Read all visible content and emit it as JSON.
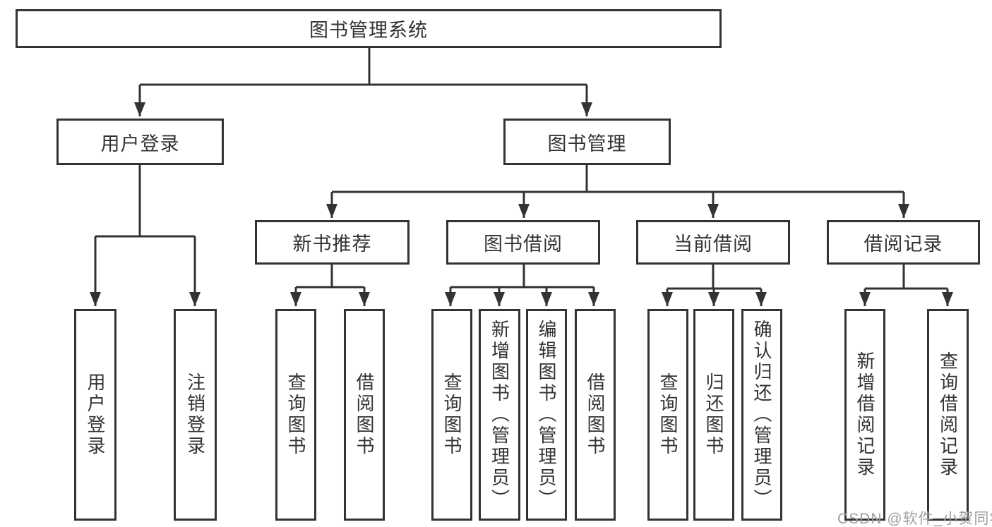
{
  "diagram": {
    "root": {
      "label": "图书管理系统"
    },
    "branches": [
      {
        "label": "用户登录",
        "children": [
          {
            "label": "用户登录"
          },
          {
            "label": "注销登录"
          }
        ]
      },
      {
        "label": "图书管理",
        "children": [
          {
            "label": "新书推荐",
            "children": [
              {
                "label": "查询图书"
              },
              {
                "label": "借阅图书"
              }
            ]
          },
          {
            "label": "图书借阅",
            "children": [
              {
                "label": "查询图书"
              },
              {
                "label": "新增图书（管理员）"
              },
              {
                "label": "编辑图书（管理员）"
              },
              {
                "label": "借阅图书"
              }
            ]
          },
          {
            "label": "当前借阅",
            "children": [
              {
                "label": "查询图书"
              },
              {
                "label": "归还图书"
              },
              {
                "label": "确认归还（管理员）"
              }
            ]
          },
          {
            "label": "借阅记录",
            "children": [
              {
                "label": "新增借阅记录"
              },
              {
                "label": "查询借阅记录"
              }
            ]
          }
        ]
      }
    ]
  },
  "watermark": {
    "text": "CSDN @软件_小贺同学"
  },
  "colors": {
    "line": "#333333",
    "box_background": "#ffffff",
    "text": "#333333",
    "watermark": "#9e9e9e"
  }
}
